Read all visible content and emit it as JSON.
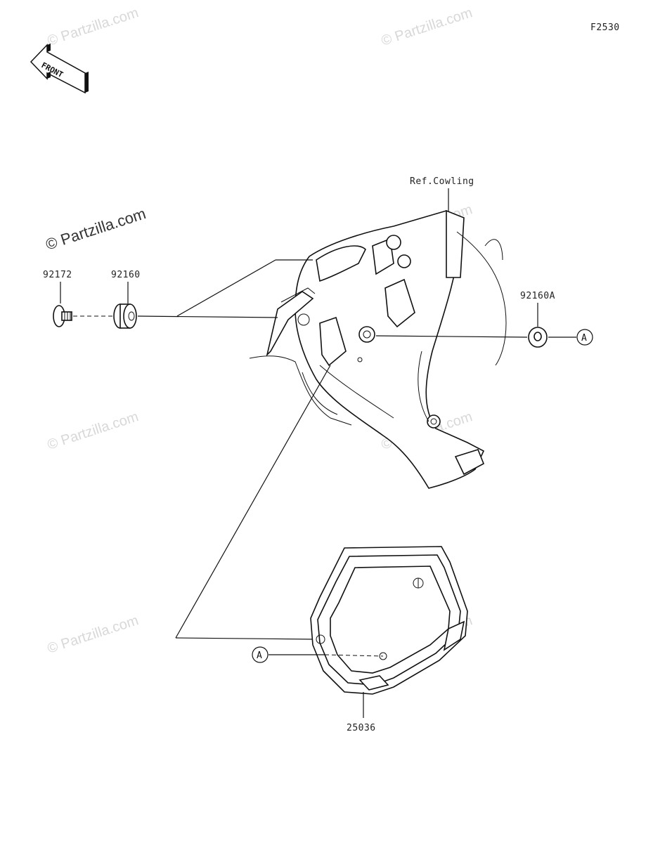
{
  "figure_code": "F2530",
  "front_arrow_text": "FRONT",
  "watermarks": {
    "text": "© Partzilla.com",
    "prominent": "© Partzilla.com"
  },
  "reference_label": "Ref.Cowling",
  "callout_letter": "A",
  "parts": [
    {
      "number": "92172"
    },
    {
      "number": "92160"
    },
    {
      "number": "92160A"
    },
    {
      "number": "25036"
    }
  ]
}
